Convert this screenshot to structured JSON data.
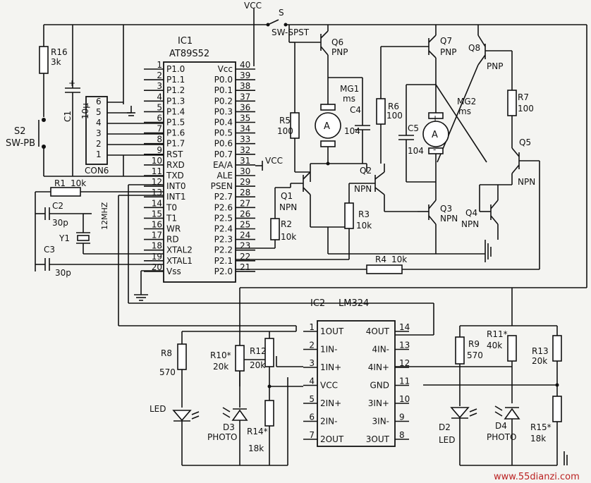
{
  "top": {
    "vcc": "VCC",
    "switch": "S",
    "switch_type": "SW-SPST"
  },
  "ic1": {
    "name": "IC1",
    "part": "AT89S52",
    "left_pins": [
      {
        "n": "1",
        "name": "P1.0"
      },
      {
        "n": "2",
        "name": "P1.1"
      },
      {
        "n": "3",
        "name": "P1.2"
      },
      {
        "n": "4",
        "name": "P1.3"
      },
      {
        "n": "5",
        "name": "P1.4"
      },
      {
        "n": "6",
        "name": "P1.5"
      },
      {
        "n": "7",
        "name": "P1.6"
      },
      {
        "n": "8",
        "name": "P1.7"
      },
      {
        "n": "9",
        "name": "RST"
      },
      {
        "n": "10",
        "name": "RXD"
      },
      {
        "n": "11",
        "name": "TXD"
      },
      {
        "n": "12",
        "name": "INT0"
      },
      {
        "n": "13",
        "name": "INT1"
      },
      {
        "n": "14",
        "name": "T0"
      },
      {
        "n": "15",
        "name": "T1"
      },
      {
        "n": "16",
        "name": "WR"
      },
      {
        "n": "17",
        "name": "RD"
      },
      {
        "n": "18",
        "name": "XTAL2"
      },
      {
        "n": "19",
        "name": "XTAL1"
      },
      {
        "n": "20",
        "name": "Vss"
      }
    ],
    "right_pins": [
      {
        "n": "40",
        "name": "Vcc"
      },
      {
        "n": "39",
        "name": "P0.0"
      },
      {
        "n": "38",
        "name": "P0.1"
      },
      {
        "n": "37",
        "name": "P0.2"
      },
      {
        "n": "36",
        "name": "P0.3"
      },
      {
        "n": "35",
        "name": "P0.4"
      },
      {
        "n": "34",
        "name": "P0.5"
      },
      {
        "n": "33",
        "name": "P0.6"
      },
      {
        "n": "32",
        "name": "P0.7"
      },
      {
        "n": "31",
        "name": "EA/A"
      },
      {
        "n": "30",
        "name": "ALE"
      },
      {
        "n": "29",
        "name": "PSEN"
      },
      {
        "n": "28",
        "name": "P2.7"
      },
      {
        "n": "27",
        "name": "P2.6"
      },
      {
        "n": "26",
        "name": "P2.5"
      },
      {
        "n": "25",
        "name": "P2.4"
      },
      {
        "n": "24",
        "name": "P2.3"
      },
      {
        "n": "23",
        "name": "P2.2"
      },
      {
        "n": "22",
        "name": "P2.1"
      },
      {
        "n": "21",
        "name": "P2.0"
      }
    ]
  },
  "ic2": {
    "name": "IC2",
    "part": "LM324",
    "left_pins": [
      {
        "n": "1",
        "name": "1OUT"
      },
      {
        "n": "2",
        "name": "1IN-"
      },
      {
        "n": "3",
        "name": "1IN+"
      },
      {
        "n": "4",
        "name": "VCC"
      },
      {
        "n": "5",
        "name": "2IN+"
      },
      {
        "n": "6",
        "name": "2IN-"
      },
      {
        "n": "7",
        "name": "2OUT"
      }
    ],
    "right_pins": [
      {
        "n": "14",
        "name": "4OUT"
      },
      {
        "n": "13",
        "name": "4IN-"
      },
      {
        "n": "12",
        "name": "4IN+"
      },
      {
        "n": "11",
        "name": "GND"
      },
      {
        "n": "10",
        "name": "3IN+"
      },
      {
        "n": "9",
        "name": "3IN-"
      },
      {
        "n": "8",
        "name": "3OUT"
      }
    ]
  },
  "con6": {
    "name": "CON6",
    "pins": [
      "6",
      "5",
      "4",
      "3",
      "2",
      "1"
    ]
  },
  "components": {
    "r16": "R16",
    "r16_val": "3k",
    "c1": "C1",
    "c1_val": "10μ",
    "s2": "S2",
    "s2_type": "SW-PB",
    "r1": "R1",
    "r1_val": "10k",
    "c2": "C2",
    "c2_val": "30p",
    "c3": "C3",
    "c3_val": "30p",
    "y1": "Y1",
    "y1_val": "12MHZ",
    "vcc31": "VCC",
    "q6": "Q6",
    "q6_type": "PNP",
    "q7": "Q7",
    "q7_type": "PNP",
    "q8": "Q8",
    "q8_type": "PNP",
    "mg1": "MG1",
    "mg1_sub": "ms",
    "mg2": "MG2",
    "mg2_sub": "ms",
    "motor": "A",
    "c4": "C4",
    "c4_val": "104",
    "c5": "C5",
    "c5_val": "104",
    "r5": "R5",
    "r5_val": "100",
    "r6": "R6",
    "r6_val": "100",
    "r7": "R7",
    "r7_val": "100",
    "q1": "Q1",
    "q1_type": "NPN",
    "q2": "Q2",
    "q2_type": "NPN",
    "q3": "Q3",
    "q3_type": "NPN",
    "q4": "Q4",
    "q4_type": "NPN",
    "q5": "Q5",
    "q5_type": "NPN",
    "r2": "R2",
    "r2_val": "10k",
    "r3": "R3",
    "r3_val": "10k",
    "r4": "R4",
    "r4_val": "10k",
    "r8": "R8",
    "r8_val": "570",
    "r9": "R9",
    "r9_val": "570",
    "r10": "R10*",
    "r10_val": "20k",
    "r11": "R11*",
    "r11_val": "40k",
    "r12": "R12",
    "r12_val": "20k",
    "r13": "R13",
    "r13_val": "20k",
    "r14": "R14*",
    "r14_val": "18k",
    "r15": "R15*",
    "r15_val": "18k",
    "led1": "LED",
    "led2_id": "D2",
    "led2": "LED",
    "d3": "D3",
    "d3_type": "PHOTO",
    "d4": "D4",
    "d4_type": "PHOTO"
  },
  "watermark": "www.55dianzi.com"
}
